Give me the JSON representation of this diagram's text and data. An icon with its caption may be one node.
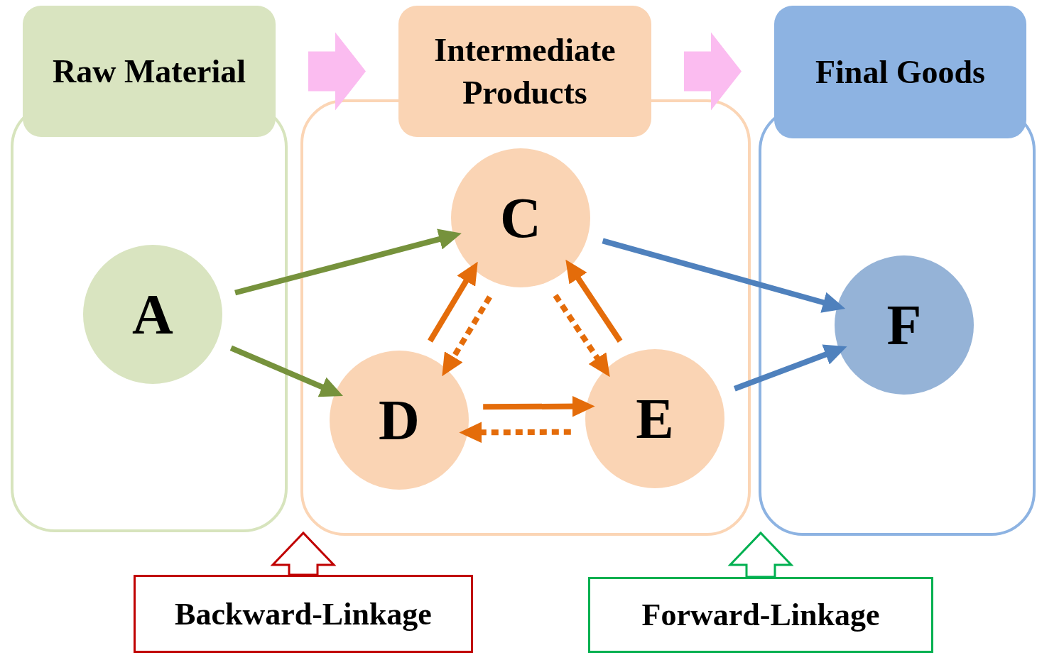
{
  "diagram": {
    "nodes": [
      {
        "text": [
          "Raw Material"
        ]
      },
      {
        "text": [
          "A"
        ],
        "in": 0
      },
      {
        "text": [
          "Intermediate Products"
        ]
      },
      {
        "text": [
          "C"
        ],
        "in": 2
      },
      {
        "text": [
          "D"
        ],
        "in": 2
      },
      {
        "text": [
          "E"
        ],
        "in": 2
      },
      {
        "text": [
          "Final Goods"
        ]
      },
      {
        "text": [
          "F"
        ],
        "in": 6
      },
      {
        "text": [
          "Backward-Linkage"
        ]
      },
      {
        "text": [
          "Forward-Linkage"
        ]
      }
    ],
    "edges": [
      {
        "from": 0,
        "to": 2,
        "arrow": "to",
        "style": "thick",
        "color": "#fbbcf0"
      },
      {
        "from": 2,
        "to": 6,
        "arrow": "to",
        "style": "thick",
        "color": "#fbbcf0"
      },
      {
        "from": 1,
        "to": 3,
        "arrow": "to",
        "color": "#76923c"
      },
      {
        "from": 1,
        "to": 4,
        "arrow": "to",
        "color": "#76923c"
      },
      {
        "from": 4,
        "to": 3,
        "arrow": "to"
      },
      {
        "from": 3,
        "to": 4,
        "arrow": "to",
        "style": "dashed"
      },
      {
        "from": 5,
        "to": 3,
        "arrow": "to"
      },
      {
        "from": 3,
        "to": 5,
        "arrow": "to",
        "style": "dashed"
      },
      {
        "from": 4,
        "to": 5,
        "arrow": "to"
      },
      {
        "from": 5,
        "to": 4,
        "arrow": "to",
        "style": "dashed"
      },
      {
        "from": 3,
        "to": 7,
        "arrow": "to",
        "color": "#4f81bd"
      },
      {
        "from": 5,
        "to": 7,
        "arrow": "to",
        "color": "#4f81bd"
      },
      {
        "from": 8,
        "to": 2,
        "arrow": "to",
        "style": "thick",
        "color": "#c00000"
      },
      {
        "from": 9,
        "to": 6,
        "arrow": "to",
        "style": "thick",
        "color": "#00b050"
      }
    ]
  }
}
